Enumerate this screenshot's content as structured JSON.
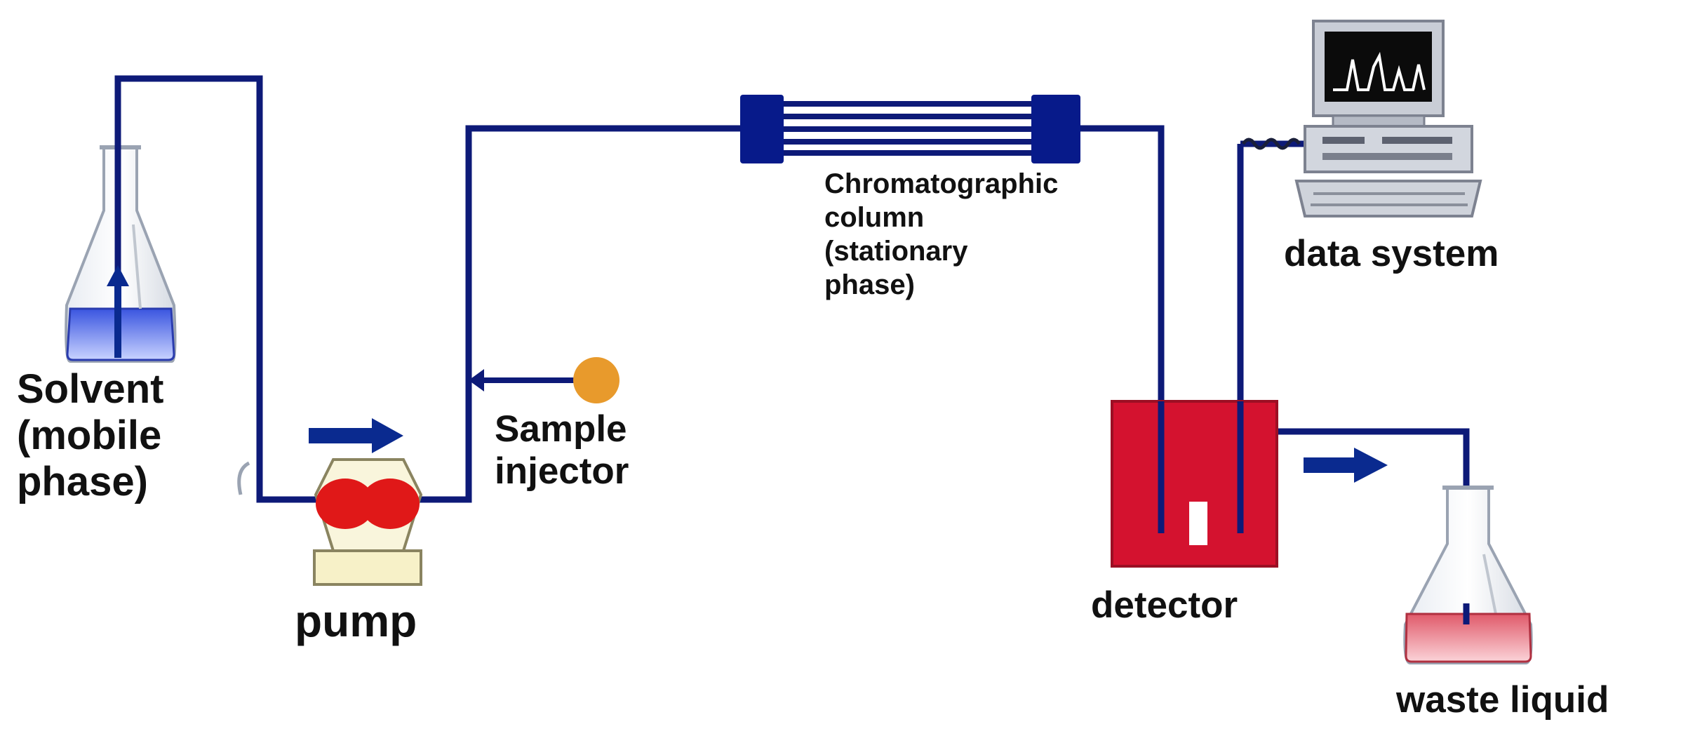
{
  "colors": {
    "tubing": "#0d1a78",
    "arrow": "#0a2a8f",
    "column_caps": "#071a8a",
    "pump_head": "#e01818",
    "pump_base": "#f7f1c8",
    "injector_port": "#e89a2c",
    "detector": "#d4122f",
    "solvent_liquid": "#3a55e0",
    "waste_liquid": "#e05a6a",
    "monitor_trace": "#ffffff"
  },
  "labels": {
    "solvent": [
      "Solvent",
      "(mobile",
      "phase)"
    ],
    "pump": "pump",
    "sample_injector": [
      "Sample",
      "injector"
    ],
    "column": [
      "Chromatographic",
      "column",
      "(stationary",
      "phase)"
    ],
    "data_system": "data system",
    "detector": "detector",
    "waste": "waste liquid"
  },
  "icons": {
    "solvent_flask": "erlenmeyer-flask-icon",
    "waste_flask": "erlenmeyer-flask-icon",
    "pump": "pump-icon",
    "injector": "injection-port-icon",
    "column": "column-icon",
    "computer": "computer-icon",
    "detector": "detector-icon"
  }
}
